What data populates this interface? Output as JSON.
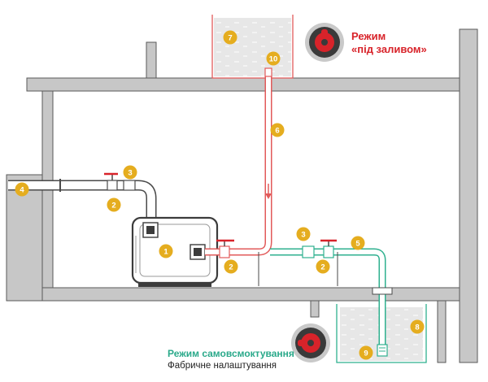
{
  "modes": {
    "flooded": {
      "line1": "Режим",
      "line2": "«під заливом»"
    },
    "self_priming": {
      "label": "Режим самовсмоктування",
      "sub_label": "Фабричне налаштування"
    }
  },
  "callouts": [
    "1",
    "2",
    "2",
    "2",
    "3",
    "3",
    "4",
    "5",
    "6",
    "7",
    "8",
    "9",
    "10"
  ],
  "colors": {
    "wall": "#c7c7c7",
    "wall_stroke": "#5a5a5a",
    "callout": "#e5ad1f",
    "flooded_pipe": "#e25a5a",
    "self_priming_pipe": "#2fb08f",
    "tank_water": "#e7e7e7"
  }
}
